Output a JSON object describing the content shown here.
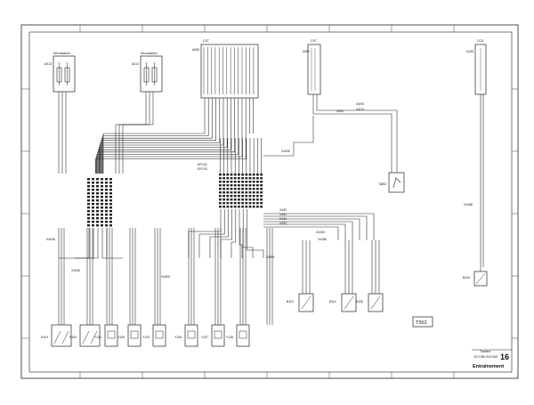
{
  "sheet": {
    "code": "T552",
    "page_number": "16",
    "title": "Entraînement",
    "small_caption": "Tracteur",
    "doc_ref": "ECI 090 003 008"
  },
  "modules": [
    {
      "id": "A013",
      "header": "Sécurisation"
    },
    {
      "id": "A013",
      "header": "Sécurisation"
    },
    {
      "id": "A050",
      "header": "CXT"
    },
    {
      "id": "A050",
      "header": "CXT"
    },
    {
      "id": "A139",
      "header": "CCU"
    }
  ],
  "connectors": {
    "mid_bus": [
      "EPC02",
      "EPC03"
    ],
    "right_bus": [
      "X430",
      "X431",
      "X432",
      "X433"
    ],
    "upper_right": [
      "X4/09",
      "X4/10"
    ],
    "sensor_link": "X4030",
    "switch_x": "X490",
    "left_x1": "X4035",
    "left_x2": "X4045",
    "center_x": "X4501",
    "right_x1": "X4163",
    "right_x2": "X4186",
    "right_vert": "X4188",
    "lower_left": "X4300"
  },
  "components": [
    {
      "id": "S119"
    },
    {
      "id": "S120"
    },
    {
      "id": "Y124"
    },
    {
      "id": "Y125"
    },
    {
      "id": "Y123"
    },
    {
      "id": "Y126"
    },
    {
      "id": "Y127"
    },
    {
      "id": "Y128"
    },
    {
      "id": "B113"
    },
    {
      "id": "B114"
    },
    {
      "id": "B105"
    },
    {
      "id": "S853"
    },
    {
      "id": "B134"
    }
  ]
}
